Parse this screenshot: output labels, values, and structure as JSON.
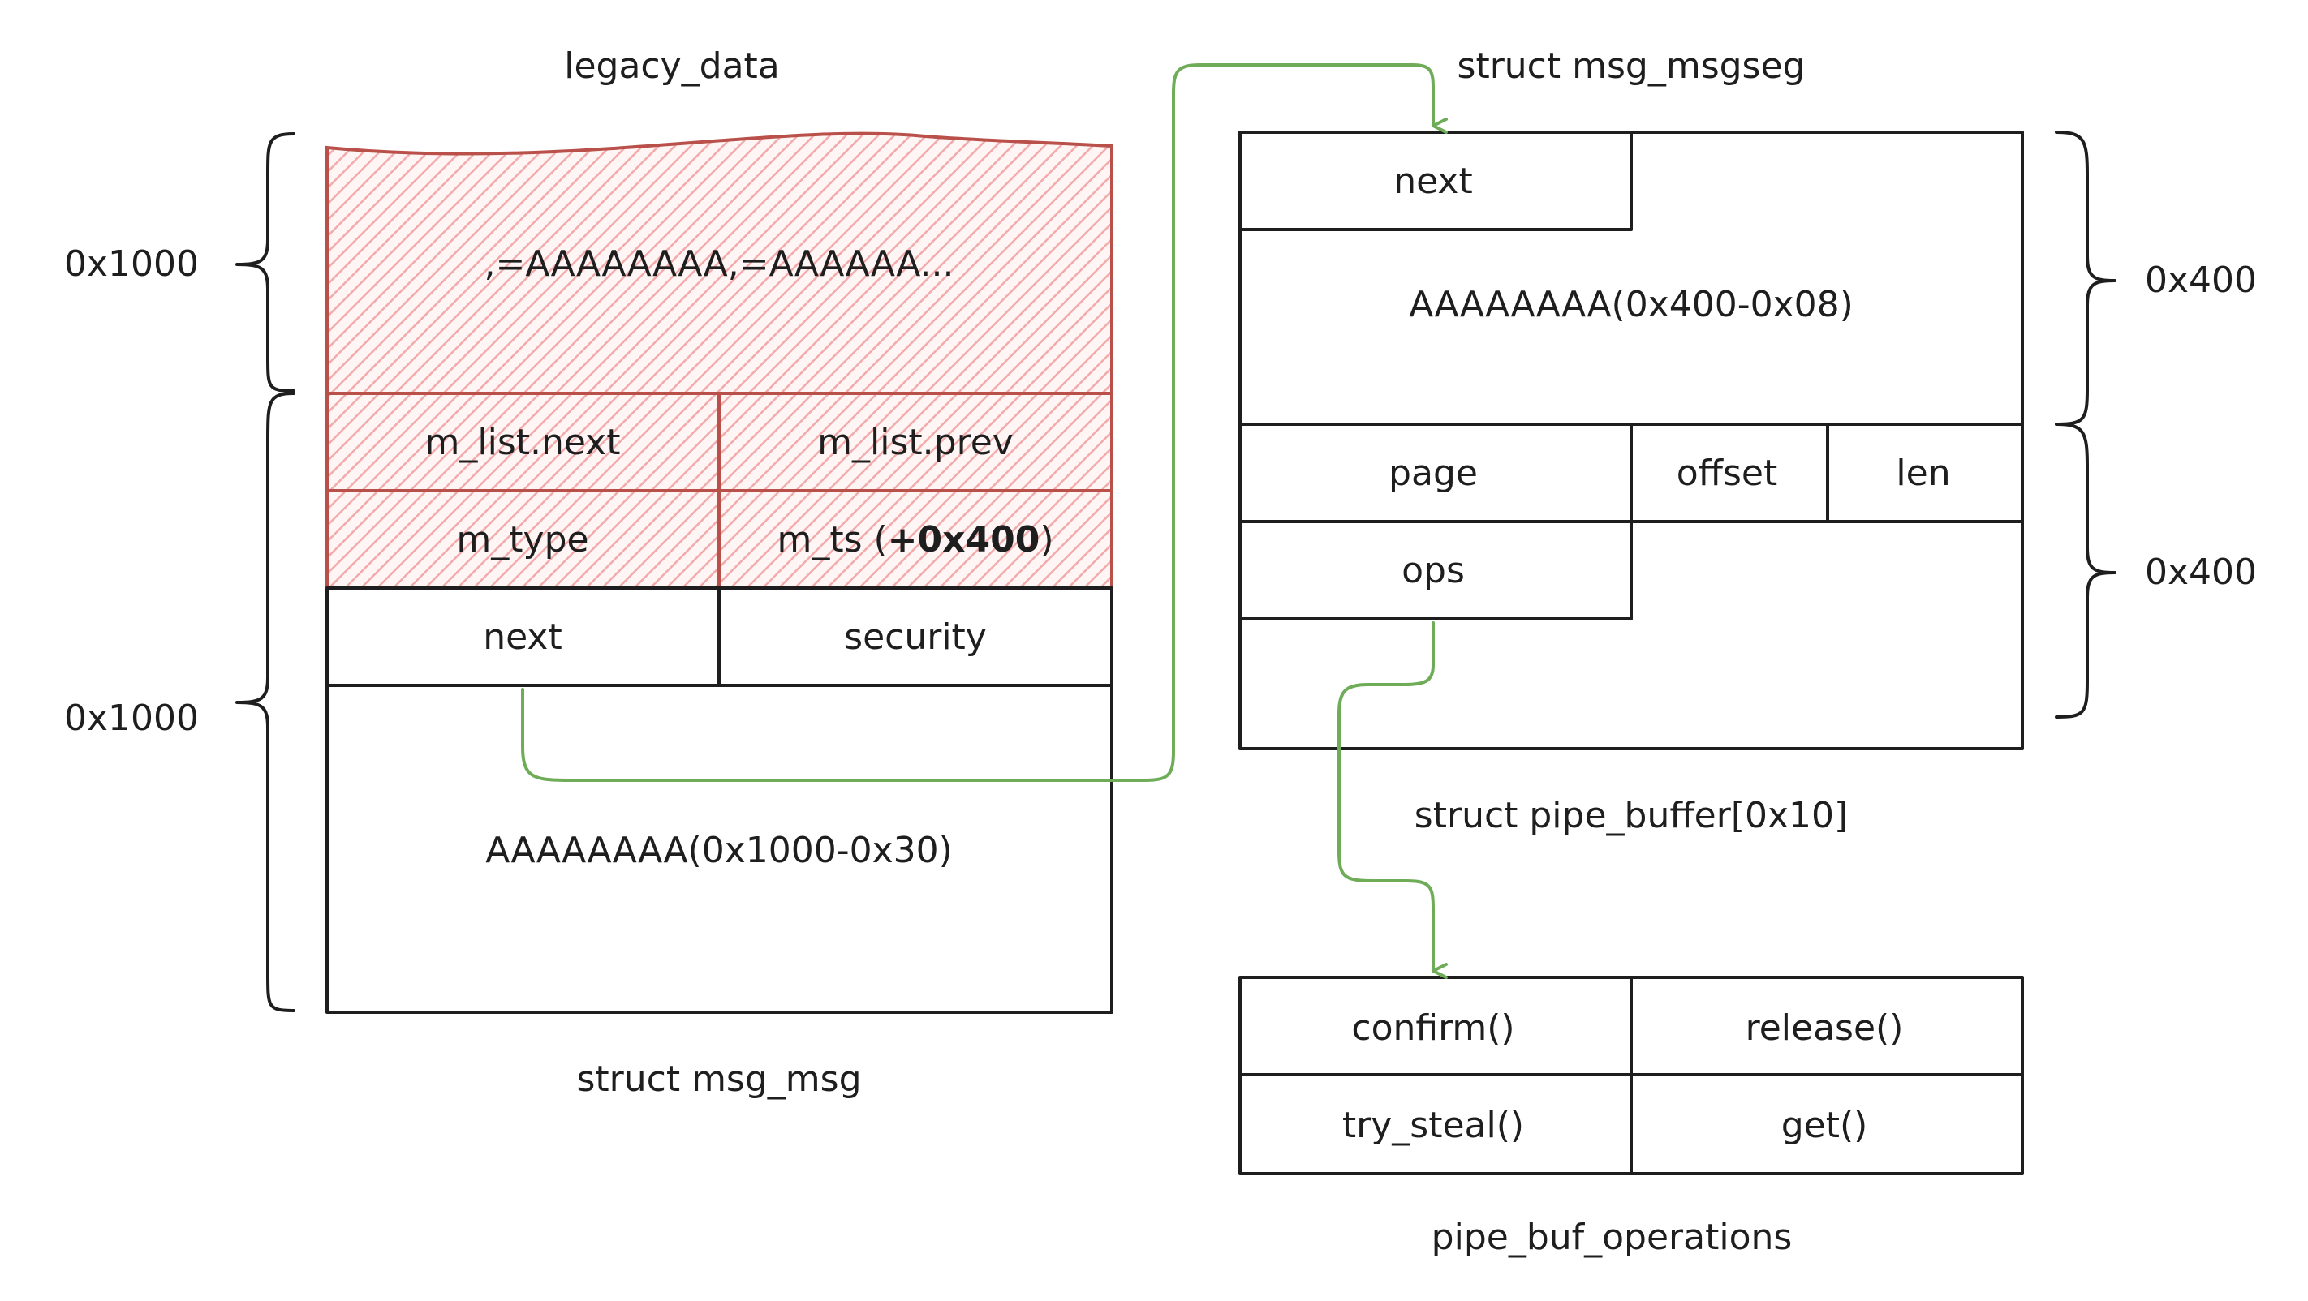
{
  "colors": {
    "ink": "#1e1e1e",
    "corrupted_stroke": "#b9514a",
    "corrupted_hatch": "#f2aaaa",
    "pointer_arrow": "#6fac58"
  },
  "msg_msg": {
    "label": "struct msg_msg",
    "legacy_label": "legacy_data",
    "overflow_text": ",=AAAAAAAA,=AAAAAA...",
    "fields": {
      "m_list_next": "m_list.next",
      "m_list_prev": "m_list.prev",
      "m_type": "m_type",
      "m_ts": "m_ts (",
      "m_ts_delta": "+0x400",
      "m_ts_close": ")",
      "next": "next",
      "security": "security"
    },
    "payload": "AAAAAAAA(0x1000-0x30)",
    "size_top": "0x1000",
    "size_bottom": "0x1000"
  },
  "msg_msgseg": {
    "label": "struct msg_msgseg",
    "next": "next",
    "payload": "AAAAAAAA(0x400-0x08)",
    "size": "0x400"
  },
  "pipe_buffer": {
    "label": "struct pipe_buffer[0x10]",
    "fields": {
      "page": "page",
      "offset": "offset",
      "len": "len",
      "ops": "ops"
    },
    "size": "0x400"
  },
  "pipe_buf_operations": {
    "label": "pipe_buf_operations",
    "fields": {
      "confirm": "confirm()",
      "release": "release()",
      "try_steal": "try_steal()",
      "get": "get()"
    }
  }
}
